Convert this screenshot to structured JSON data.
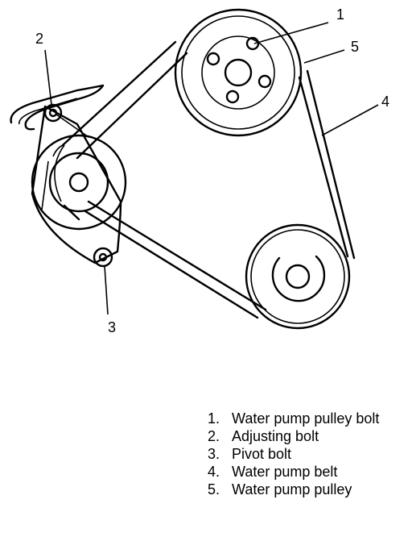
{
  "callouts": [
    {
      "number": "1"
    },
    {
      "number": "2"
    },
    {
      "number": "3"
    },
    {
      "number": "4"
    },
    {
      "number": "5"
    }
  ],
  "legend": [
    {
      "number": "1.",
      "text": "Water pump pulley bolt"
    },
    {
      "number": "2.",
      "text": "Adjusting bolt"
    },
    {
      "number": "3.",
      "text": "Pivot bolt"
    },
    {
      "number": "4.",
      "text": "Water pump belt"
    },
    {
      "number": "5.",
      "text": "Water pump pulley"
    }
  ]
}
